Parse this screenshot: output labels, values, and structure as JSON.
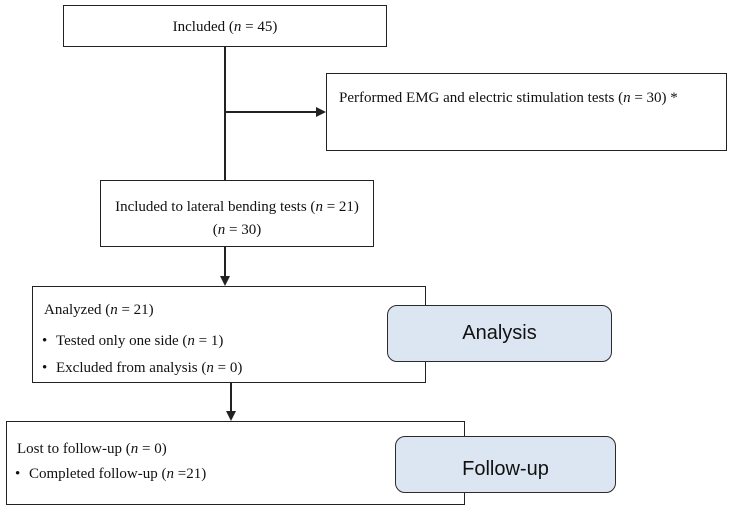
{
  "included": {
    "prefix": "Included (",
    "n": "n",
    "rest": " = 45)"
  },
  "emg": {
    "prefix": "Performed EMG and electric stimulation tests (",
    "n": "n",
    "rest": " = 30) *"
  },
  "lateral": {
    "line1_prefix": "Included to lateral bending tests (",
    "line1_n": "n",
    "line1_rest": " = 21)",
    "line2_prefix": "(",
    "line2_n": "n",
    "line2_rest": " = 30)"
  },
  "analyzed": {
    "title_prefix": "Analyzed (",
    "title_n": "n",
    "title_rest": " = 21)",
    "bullet": "•",
    "item1_prefix": "Tested only one side (",
    "item1_n": "n",
    "item1_rest": " = 1)",
    "item2_prefix": "Excluded from analysis (",
    "item2_n": "n",
    "item2_rest": " = 0)"
  },
  "followup": {
    "title_prefix": "Lost to follow-up (",
    "title_n": "n",
    "title_rest": " = 0)",
    "bullet": "•",
    "item1_prefix": "Completed follow-up (",
    "item1_n": "n",
    "item1_rest": " =21)"
  },
  "side_labels": {
    "analysis": "Analysis",
    "follow_up": "Follow-up"
  },
  "colors": {
    "side_fill": "#dce6f2",
    "stroke": "#222222"
  }
}
